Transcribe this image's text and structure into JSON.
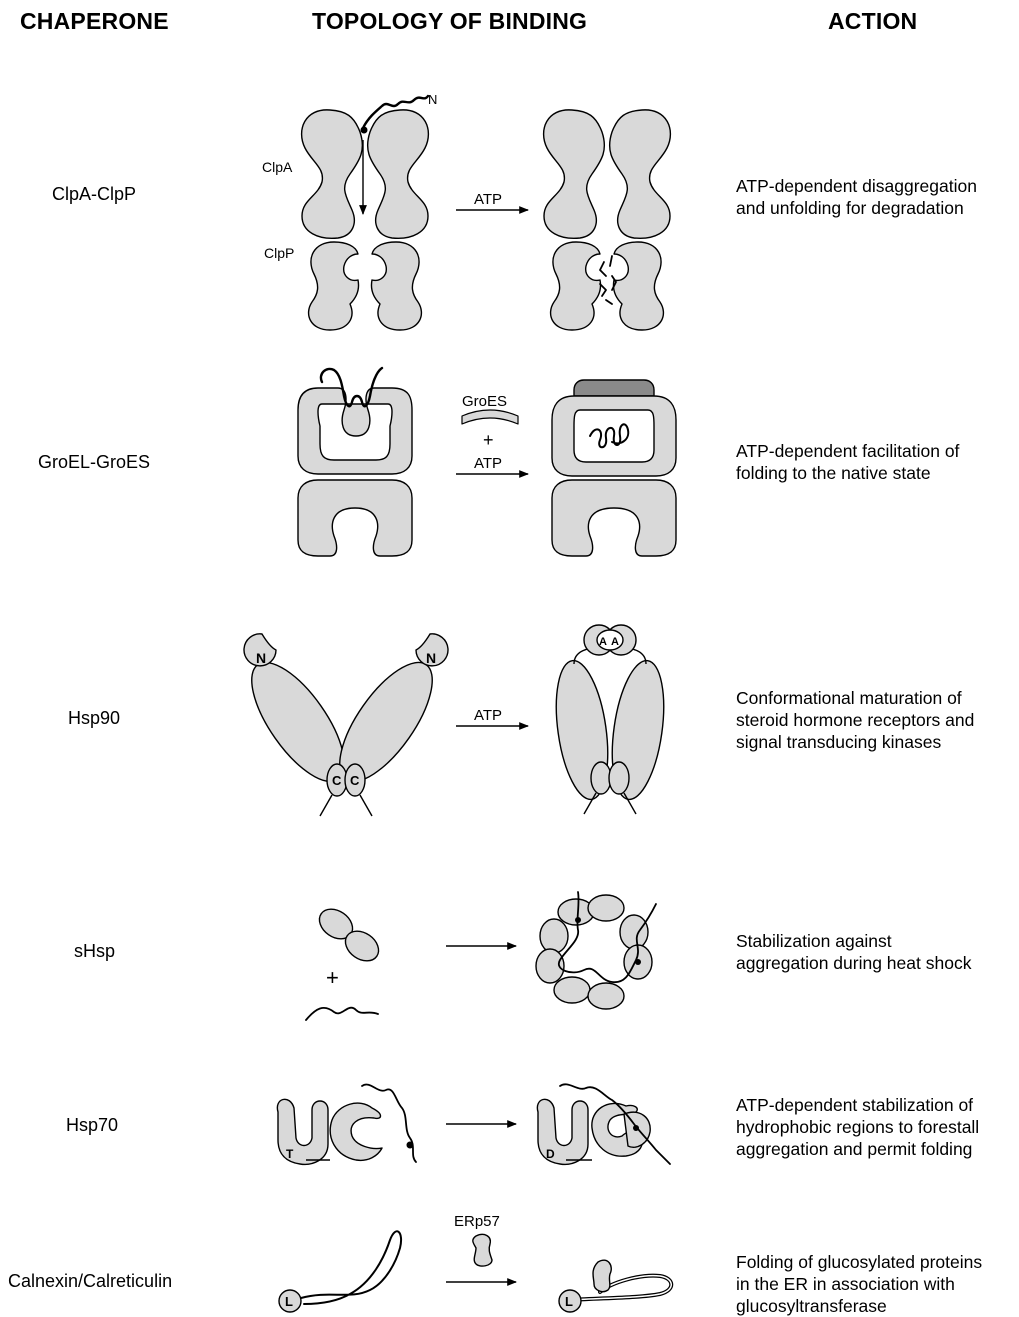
{
  "headers": {
    "chaperone": "CHAPERONE",
    "topology": "TOPOLOGY OF BINDING",
    "action": "ACTION"
  },
  "rows": [
    {
      "name": "ClpA-ClpP",
      "action_lines": [
        "ATP-dependent disaggregation",
        "and unfolding for degradation"
      ],
      "labels": {
        "top_part": "ClpA",
        "bottom_part": "ClpP",
        "arrow": "ATP",
        "terminus": "N"
      }
    },
    {
      "name": "GroEL-GroES",
      "action_lines": [
        "ATP-dependent facilitation of",
        "folding to the native state"
      ],
      "labels": {
        "cochaperone": "GroES",
        "plus": "+",
        "arrow": "ATP"
      }
    },
    {
      "name": "Hsp90",
      "action_lines": [
        "Conformational maturation of",
        "steroid hormone receptors and",
        "signal transducing kinases"
      ],
      "labels": {
        "n_domain": "N",
        "c_domain": "C",
        "arrow": "ATP",
        "bound_domain": "A"
      }
    },
    {
      "name": "sHsp",
      "action_lines": [
        "Stabilization against",
        "aggregation during heat shock"
      ],
      "labels": {
        "plus": "+"
      }
    },
    {
      "name": "Hsp70",
      "action_lines": [
        "ATP-dependent stabilization of",
        "hydrophobic regions to forestall",
        "aggregation and permit folding"
      ],
      "labels": {
        "atp_state": "T",
        "adp_state": "D"
      }
    },
    {
      "name": "Calnexin/Calreticulin",
      "action_lines": [
        "Folding of glucosylated proteins",
        "in the ER in association with",
        "glucosyltransferase"
      ],
      "labels": {
        "cochaperone": "ERp57",
        "lectin": "L"
      }
    }
  ]
}
